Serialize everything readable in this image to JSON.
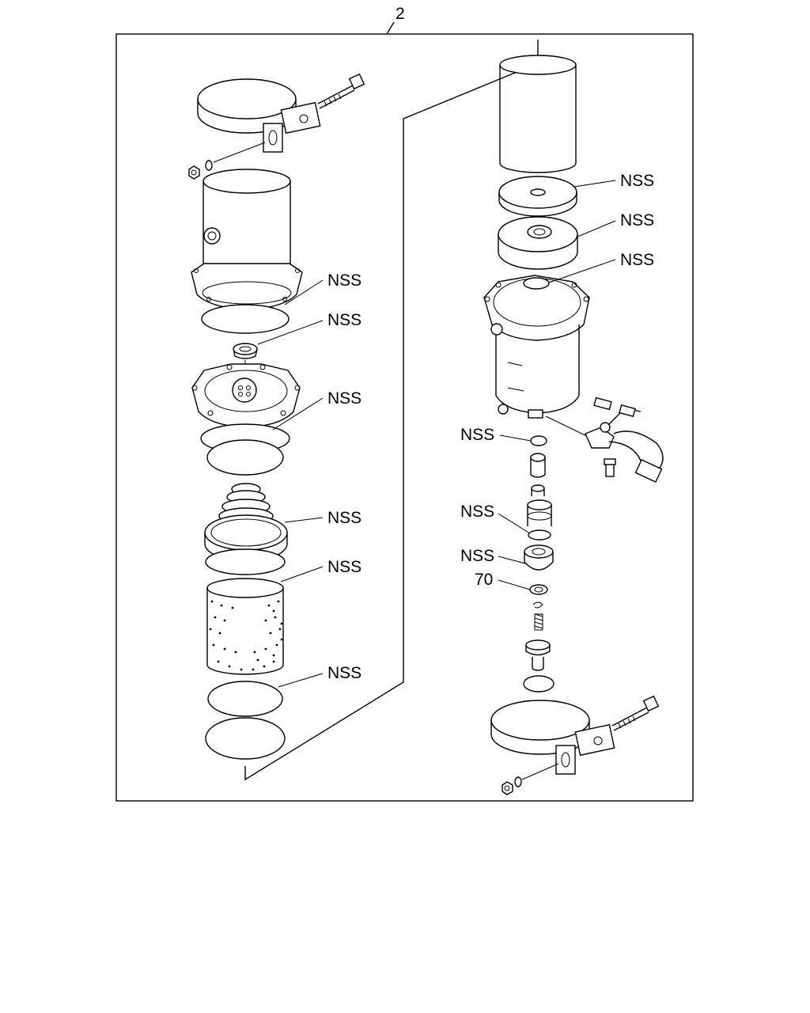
{
  "diagram": {
    "assembly_callout": "2",
    "left_column_labels": [
      "NSS",
      "NSS",
      "NSS",
      "NSS",
      "NSS",
      "NSS"
    ],
    "right_column_labels": [
      "NSS",
      "NSS",
      "NSS",
      "NSS",
      "NSS",
      "NSS",
      "70"
    ]
  }
}
